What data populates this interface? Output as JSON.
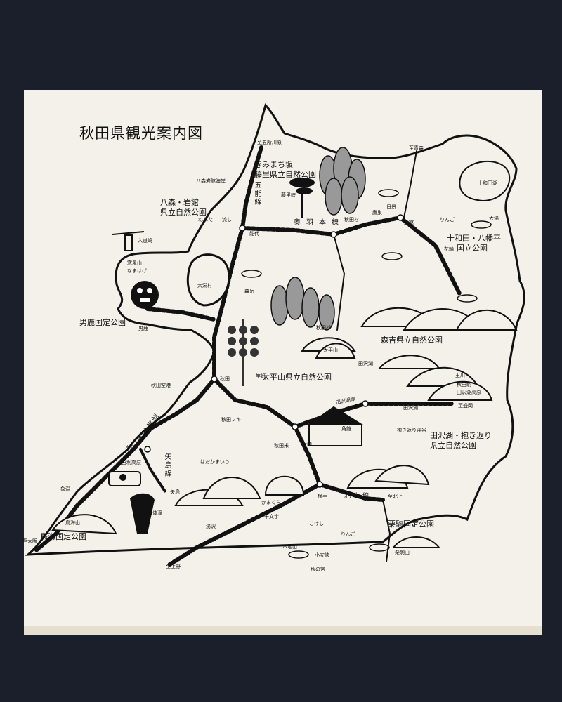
{
  "map": {
    "title": "秋田県観光案内図",
    "parks": [
      {
        "id": "kimimachizaka",
        "lines": [
          "きみまち坂",
          "藤里県立自然公園"
        ]
      },
      {
        "id": "hachimori",
        "lines": [
          "八森・岩館",
          "県立自然公園"
        ]
      },
      {
        "id": "towada",
        "lines": [
          "十和田・八幡平",
          "国立公園"
        ]
      },
      {
        "id": "oga",
        "lines": [
          "男鹿国定公園"
        ]
      },
      {
        "id": "moriyoshi",
        "lines": [
          "森吉県立自然公園"
        ]
      },
      {
        "id": "taiheizan",
        "lines": [
          "太平山県立自然公園"
        ]
      },
      {
        "id": "tazawa",
        "lines": [
          "田沢湖・抱き返り",
          "県立自然公園"
        ]
      },
      {
        "id": "kurikoma",
        "lines": [
          "栗駒国定公園"
        ]
      },
      {
        "id": "chokai",
        "lines": [
          "鳥海国定公園"
        ]
      }
    ],
    "places": {
      "to_goshogawara": "至五所川原",
      "to_aomori": "至青森",
      "to_morioka": "至盛岡",
      "to_kitakami": "至北上",
      "to_ueno": "至上野",
      "to_sakata": "至大阪",
      "hachimori_iwadate": "八森岩館海岸",
      "nebuta": "ねぶた",
      "nagashi": "流し",
      "noshiro": "能代",
      "fujisato": "藤里峡",
      "hinokinai": "日景",
      "odate": "大館",
      "takanosu": "鷹巣",
      "akitasugi1": "秋田杉",
      "akitasugi2": "秋田杉",
      "towadako": "十和田湖",
      "ringo1": "りんご",
      "oyu": "大湯",
      "hanawa": "花輪",
      "nyudozaki": "入道崎",
      "kanpuzan": "寒風山",
      "namahage": "なまはげ",
      "ogata": "大潟村",
      "oga": "男鹿",
      "moridake": "森岳",
      "taiheizan": "太平山",
      "tazawako": "田沢湖",
      "akita": "秋田",
      "kanto": "竿灯",
      "akita_airport": "秋田空港",
      "akita_fuki": "秋田フキ",
      "tazawako_line": "田沢湖線",
      "tazawako_st": "田沢湖",
      "kakunodate": "角館",
      "dakikaeri": "抱き返り渓谷",
      "tamagawa": "玉川",
      "akitakoma": "秋田駒",
      "tazawa_plateau": "田沢湖高原",
      "ugo_honjo": "本荘",
      "yurihara": "由利高原",
      "hadaka": "はだかまいり",
      "akitamai": "秋田米",
      "omagari": "大曲",
      "kamakura": "かまくら",
      "yokote": "横手",
      "kitakami_line": "北上線",
      "kisakata": "象潟",
      "chokaisan": "鳥海山",
      "hottai": "法体滝",
      "yuzawa": "湯沢",
      "jumonji": "十文字",
      "kokeshi": "こけし",
      "ringo2": "りんご",
      "kinai_jin": "本地山",
      "oyasukyo": "小安峡",
      "akinomiya": "秋の宮",
      "kurikomayama": "栗駒山",
      "yashima": "矢島",
      "kisakata2": "至大阪"
    },
    "lines": {
      "gono": "五能線",
      "ou_north": "奥羽本線",
      "uetsu": "羽越本線",
      "yashima": "矢島線"
    }
  }
}
